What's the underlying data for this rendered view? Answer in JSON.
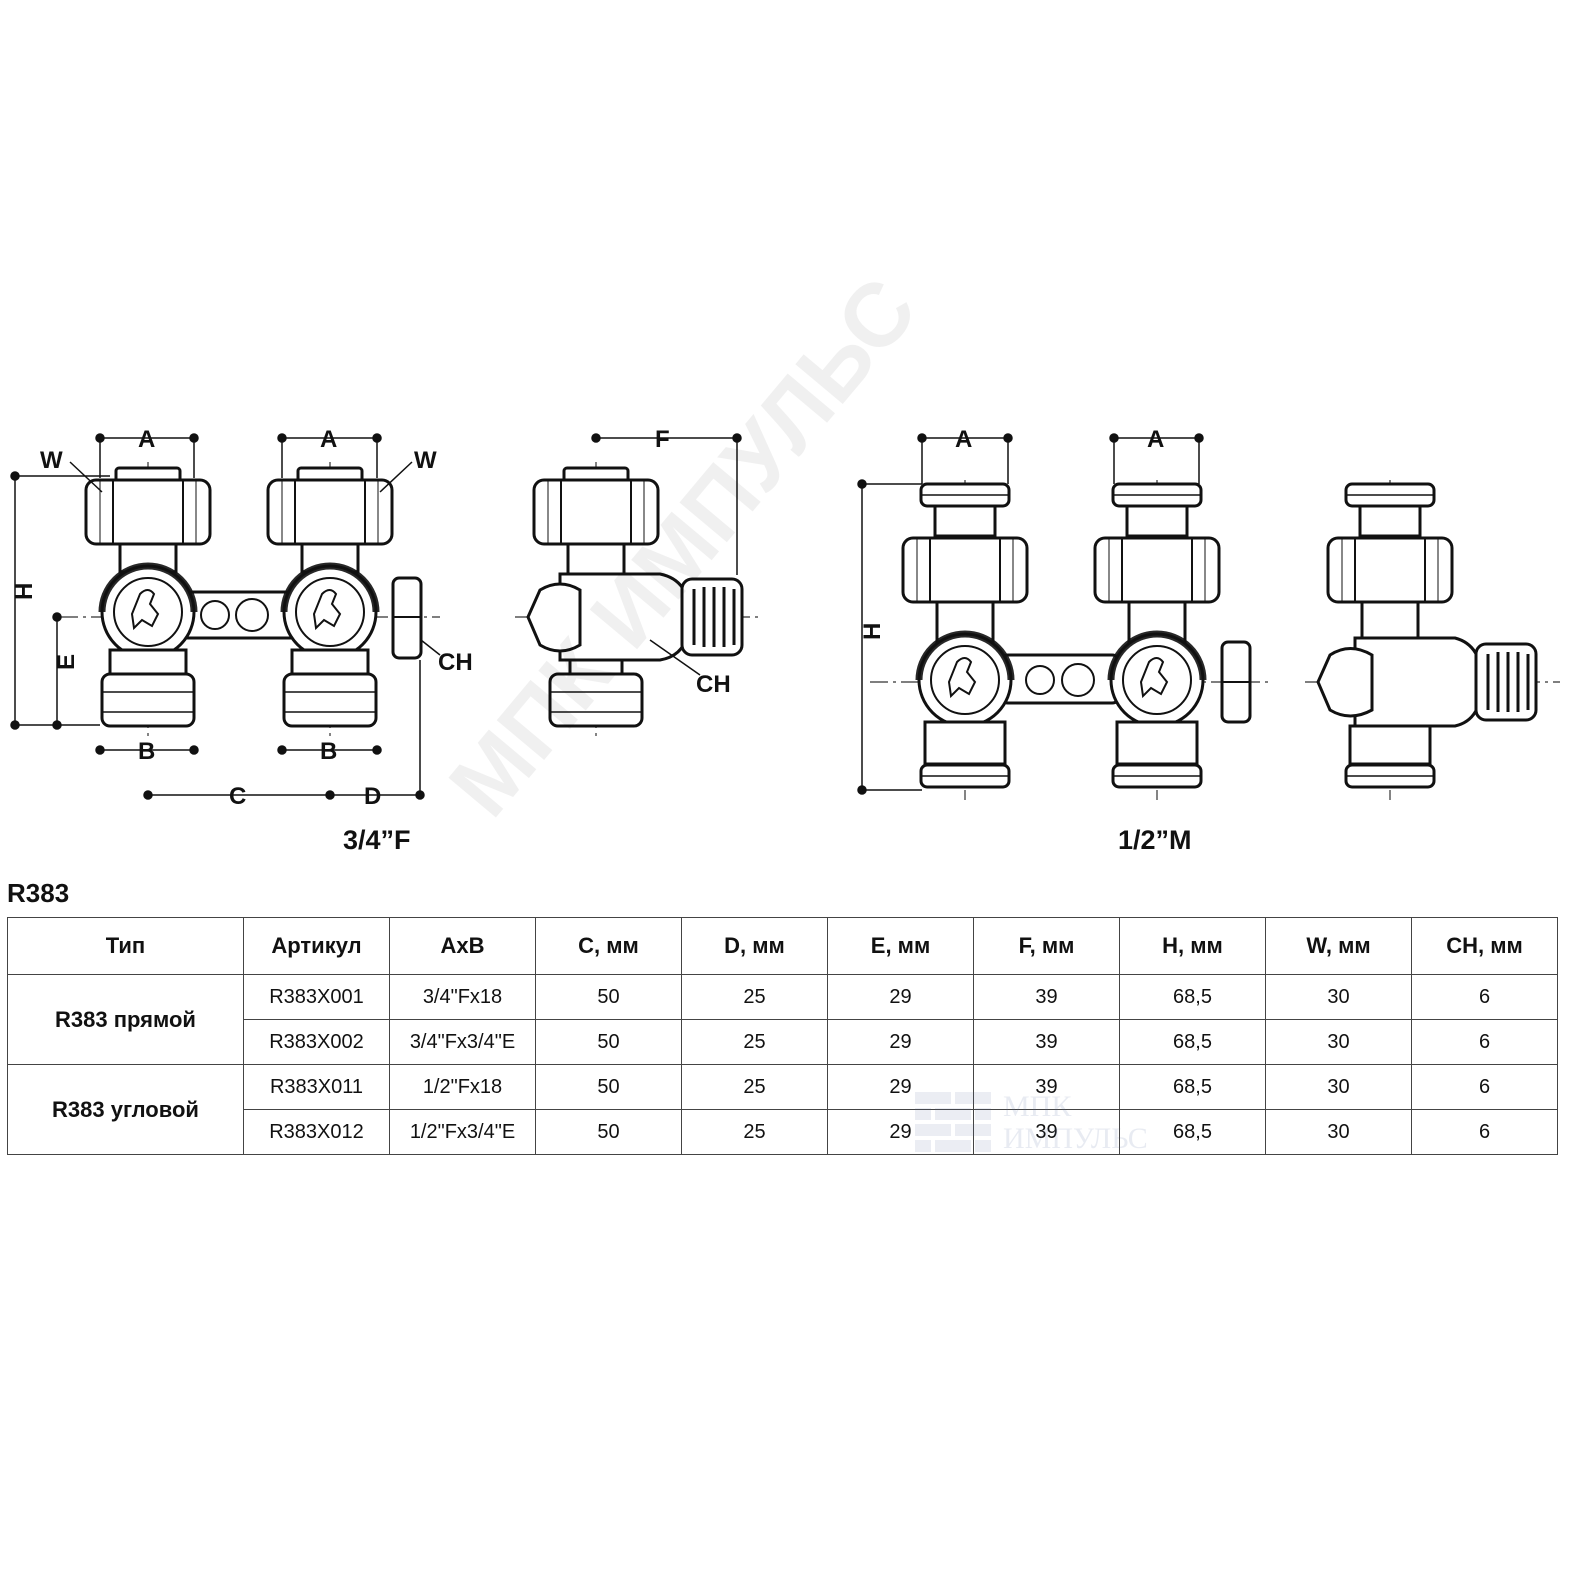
{
  "drawing": {
    "labels": {
      "a": "A",
      "b": "B",
      "c": "C",
      "d": "D",
      "e": "E",
      "f": "F",
      "h": "H",
      "w": "W",
      "ch": "CH"
    },
    "caption_left": "3/4”F",
    "caption_right": "1/2”M"
  },
  "series_title": "R383",
  "table": {
    "headers": [
      "Тип",
      "Артикул",
      "AxB",
      "C, мм",
      "D, мм",
      "E, мм",
      "F, мм",
      "H, мм",
      "W, мм",
      "CH, мм"
    ],
    "groups": [
      {
        "type": "R383 прямой",
        "rows": [
          [
            "R383X001",
            "3/4\"Fx18",
            "50",
            "25",
            "29",
            "39",
            "68,5",
            "30",
            "6"
          ],
          [
            "R383X002",
            "3/4\"Fx3/4\"E",
            "50",
            "25",
            "29",
            "39",
            "68,5",
            "30",
            "6"
          ]
        ]
      },
      {
        "type": "R383 угловой",
        "rows": [
          [
            "R383X011",
            "1/2\"Fx18",
            "50",
            "25",
            "29",
            "39",
            "68,5",
            "30",
            "6"
          ],
          [
            "R383X012",
            "1/2\"Fx3/4\"E",
            "50",
            "25",
            "29",
            "39",
            "68,5",
            "30",
            "6"
          ]
        ]
      }
    ]
  },
  "watermark": {
    "diagonal_text": "МПК ИМПУЛЬС",
    "logo_line1": "МПК",
    "logo_line2": "ИМПУЛЬС"
  }
}
